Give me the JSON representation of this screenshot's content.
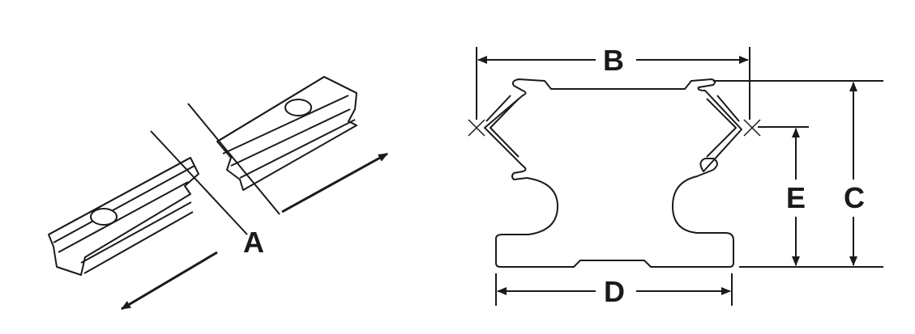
{
  "labels": {
    "a": "A",
    "b": "B",
    "c": "C",
    "d": "D",
    "e": "E"
  },
  "colors": {
    "stroke": "#1a1a1a",
    "rail_light": "#ffffff",
    "rail_shade": "#e6e6e6"
  }
}
